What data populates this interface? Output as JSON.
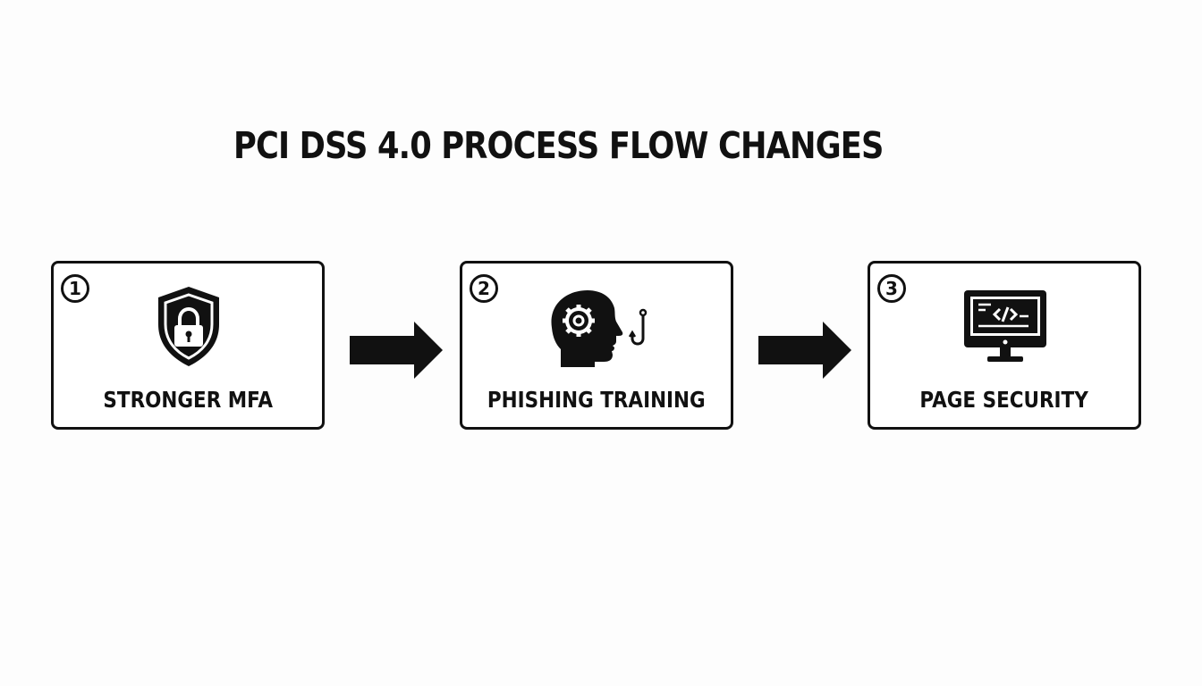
{
  "title": "PCI DSS 4.0 PROCESS FLOW CHANGES",
  "steps": [
    {
      "number": "1",
      "label": "STRONGER MFA",
      "icon": "shield-lock-icon"
    },
    {
      "number": "2",
      "label": "PHISHING TRAINING",
      "icon": "head-gear-hook-icon"
    },
    {
      "number": "3",
      "label": "PAGE SECURITY",
      "icon": "monitor-code-icon"
    }
  ],
  "connectors": [
    "arrow-right-icon",
    "arrow-right-icon"
  ],
  "colors": {
    "ink": "#111111",
    "background": "#fdfdfd"
  }
}
